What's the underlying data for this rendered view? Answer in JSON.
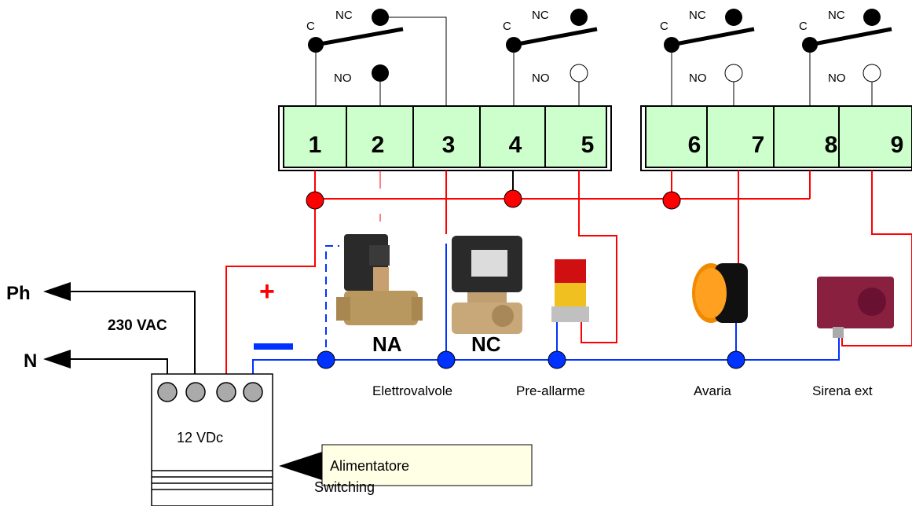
{
  "relay_labels": {
    "c": "C",
    "nc": "NC",
    "no": "NO"
  },
  "terminals": [
    "1",
    "2",
    "3",
    "4",
    "5",
    "6",
    "7",
    "8",
    "9"
  ],
  "power": {
    "phase": "Ph",
    "neutral": "N",
    "voltage_in": "230  VAC",
    "voltage_out": "12  VDc",
    "plus": "+",
    "supply_label_line1": "Alimentatore",
    "supply_label_line2": "Switching"
  },
  "valves": {
    "na": "NA",
    "nc": "NC"
  },
  "devices": {
    "valves": "Elettrovalvole",
    "prealarm": "Pre-allarme",
    "fault": "Avaria",
    "siren": "Sirena ext"
  },
  "colors": {
    "positive": "#ff0000",
    "negative": "#0033ff",
    "terminal_fill": "#ccffcc",
    "supply_label_fill": "#ffffe6"
  }
}
